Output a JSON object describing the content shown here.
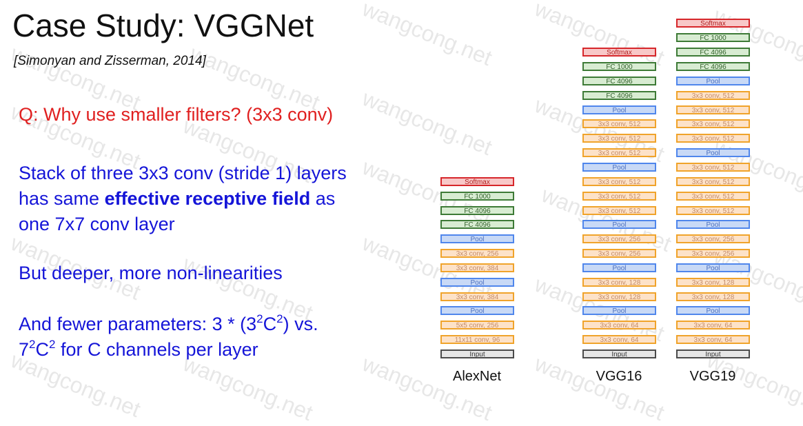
{
  "title": "Case Study: VGGNet",
  "citation": "[Simonyan and Zisserman, 2014]",
  "question": "Q: Why use smaller filters? (3x3 conv)",
  "stack": {
    "line1": "Stack of three 3x3 conv (stride 1) layers",
    "line2_pre": "has same ",
    "line2_bold": "effective receptive field",
    "line2_post": " as",
    "line3": "one 7x7 conv layer"
  },
  "deeper": "But deeper, more non-linearities",
  "fewer": {
    "l1_a": "And fewer parameters: 3 * (3",
    "l1_sup1": "2",
    "l1_b": "C",
    "l1_sup2": "2",
    "l1_c": ") vs.",
    "l2_a": "7",
    "l2_sup1": "2",
    "l2_b": "C",
    "l2_sup2": "2",
    "l2_c": " for C channels per layer"
  },
  "networks": [
    {
      "name": "AlexNet",
      "layers": [
        {
          "label": "Softmax",
          "type": "softmax"
        },
        {
          "label": "FC 1000",
          "type": "fc"
        },
        {
          "label": "FC 4096",
          "type": "fc"
        },
        {
          "label": "FC 4096",
          "type": "fc"
        },
        {
          "label": "Pool",
          "type": "pool"
        },
        {
          "label": "3x3 conv, 256",
          "type": "conv"
        },
        {
          "label": "3x3 conv, 384",
          "type": "conv"
        },
        {
          "label": "Pool",
          "type": "pool"
        },
        {
          "label": "3x3 conv, 384",
          "type": "conv"
        },
        {
          "label": "Pool",
          "type": "pool"
        },
        {
          "label": "5x5 conv, 256",
          "type": "conv"
        },
        {
          "label": "11x11 conv, 96",
          "type": "conv"
        },
        {
          "label": "Input",
          "type": "input"
        }
      ]
    },
    {
      "name": "VGG16",
      "layers": [
        {
          "label": "Softmax",
          "type": "softmax"
        },
        {
          "label": "FC 1000",
          "type": "fc"
        },
        {
          "label": "FC 4096",
          "type": "fc"
        },
        {
          "label": "FC 4096",
          "type": "fc"
        },
        {
          "label": "Pool",
          "type": "pool"
        },
        {
          "label": "3x3 conv, 512",
          "type": "conv"
        },
        {
          "label": "3x3 conv, 512",
          "type": "conv"
        },
        {
          "label": "3x3 conv, 512",
          "type": "conv"
        },
        {
          "label": "Pool",
          "type": "pool"
        },
        {
          "label": "3x3 conv, 512",
          "type": "conv"
        },
        {
          "label": "3x3 conv, 512",
          "type": "conv"
        },
        {
          "label": "3x3 conv, 512",
          "type": "conv"
        },
        {
          "label": "Pool",
          "type": "pool"
        },
        {
          "label": "3x3 conv, 256",
          "type": "conv"
        },
        {
          "label": "3x3 conv, 256",
          "type": "conv"
        },
        {
          "label": "Pool",
          "type": "pool"
        },
        {
          "label": "3x3 conv, 128",
          "type": "conv"
        },
        {
          "label": "3x3 conv, 128",
          "type": "conv"
        },
        {
          "label": "Pool",
          "type": "pool"
        },
        {
          "label": "3x3 conv, 64",
          "type": "conv"
        },
        {
          "label": "3x3 conv, 64",
          "type": "conv"
        },
        {
          "label": "Input",
          "type": "input"
        }
      ]
    },
    {
      "name": "VGG19",
      "layers": [
        {
          "label": "Softmax",
          "type": "softmax"
        },
        {
          "label": "FC 1000",
          "type": "fc"
        },
        {
          "label": "FC 4096",
          "type": "fc"
        },
        {
          "label": "FC 4096",
          "type": "fc"
        },
        {
          "label": "Pool",
          "type": "pool"
        },
        {
          "label": "3x3 conv, 512",
          "type": "conv"
        },
        {
          "label": "3x3 conv, 512",
          "type": "conv"
        },
        {
          "label": "3x3 conv, 512",
          "type": "conv"
        },
        {
          "label": "3x3 conv, 512",
          "type": "conv"
        },
        {
          "label": "Pool",
          "type": "pool"
        },
        {
          "label": "3x3 conv, 512",
          "type": "conv"
        },
        {
          "label": "3x3 conv, 512",
          "type": "conv"
        },
        {
          "label": "3x3 conv, 512",
          "type": "conv"
        },
        {
          "label": "3x3 conv, 512",
          "type": "conv"
        },
        {
          "label": "Pool",
          "type": "pool"
        },
        {
          "label": "3x3 conv, 256",
          "type": "conv"
        },
        {
          "label": "3x3 conv, 256",
          "type": "conv"
        },
        {
          "label": "Pool",
          "type": "pool"
        },
        {
          "label": "3x3 conv, 128",
          "type": "conv"
        },
        {
          "label": "3x3 conv, 128",
          "type": "conv"
        },
        {
          "label": "Pool",
          "type": "pool"
        },
        {
          "label": "3x3 conv, 64",
          "type": "conv"
        },
        {
          "label": "3x3 conv, 64",
          "type": "conv"
        },
        {
          "label": "Input",
          "type": "input"
        }
      ]
    }
  ],
  "watermark": "wangcong.net",
  "colors": {
    "question": "#e02020",
    "body_text": "#1515d8",
    "conv": "#f0a32a",
    "pool": "#4f86ec",
    "fc": "#3d7a36",
    "softmax": "#d6262a",
    "input": "#4a4a4a"
  }
}
